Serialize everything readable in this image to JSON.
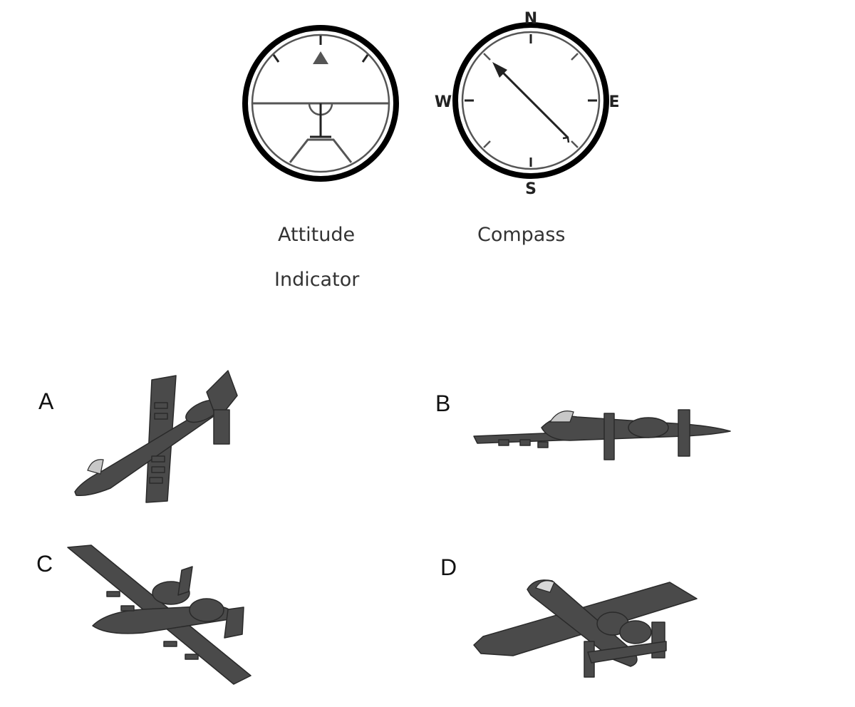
{
  "instruments": {
    "attitude": {
      "caption_line1": "Attitude",
      "caption_line2": "Indicator"
    },
    "compass": {
      "caption": "Compass",
      "north": "N",
      "south": "S",
      "east": "E",
      "west": "W",
      "needle_points_to": "northwest"
    }
  },
  "options": {
    "a": {
      "letter": "A",
      "icon": "aircraft-icon"
    },
    "b": {
      "letter": "B",
      "icon": "aircraft-icon"
    },
    "c": {
      "letter": "C",
      "icon": "aircraft-icon"
    },
    "d": {
      "letter": "D",
      "icon": "aircraft-icon"
    }
  },
  "colors": {
    "bezel": "#000000",
    "inner_ring": "#555555",
    "aircraft": "#4a4a4a",
    "text": "#333333"
  }
}
